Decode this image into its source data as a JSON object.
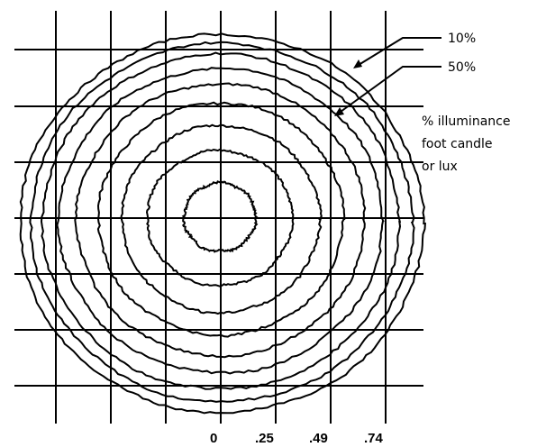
{
  "legend": {
    "outer_label": "10%",
    "inner_label": "50%",
    "note_lines": [
      "% illuminance",
      "foot candle",
      "or lux"
    ]
  },
  "tick_labels": [
    "0",
    ".25",
    ".49",
    ".74"
  ],
  "contours": {
    "count": 9,
    "stroke_color": "#000000"
  },
  "grid": {
    "visible": true,
    "color": "#000000"
  }
}
